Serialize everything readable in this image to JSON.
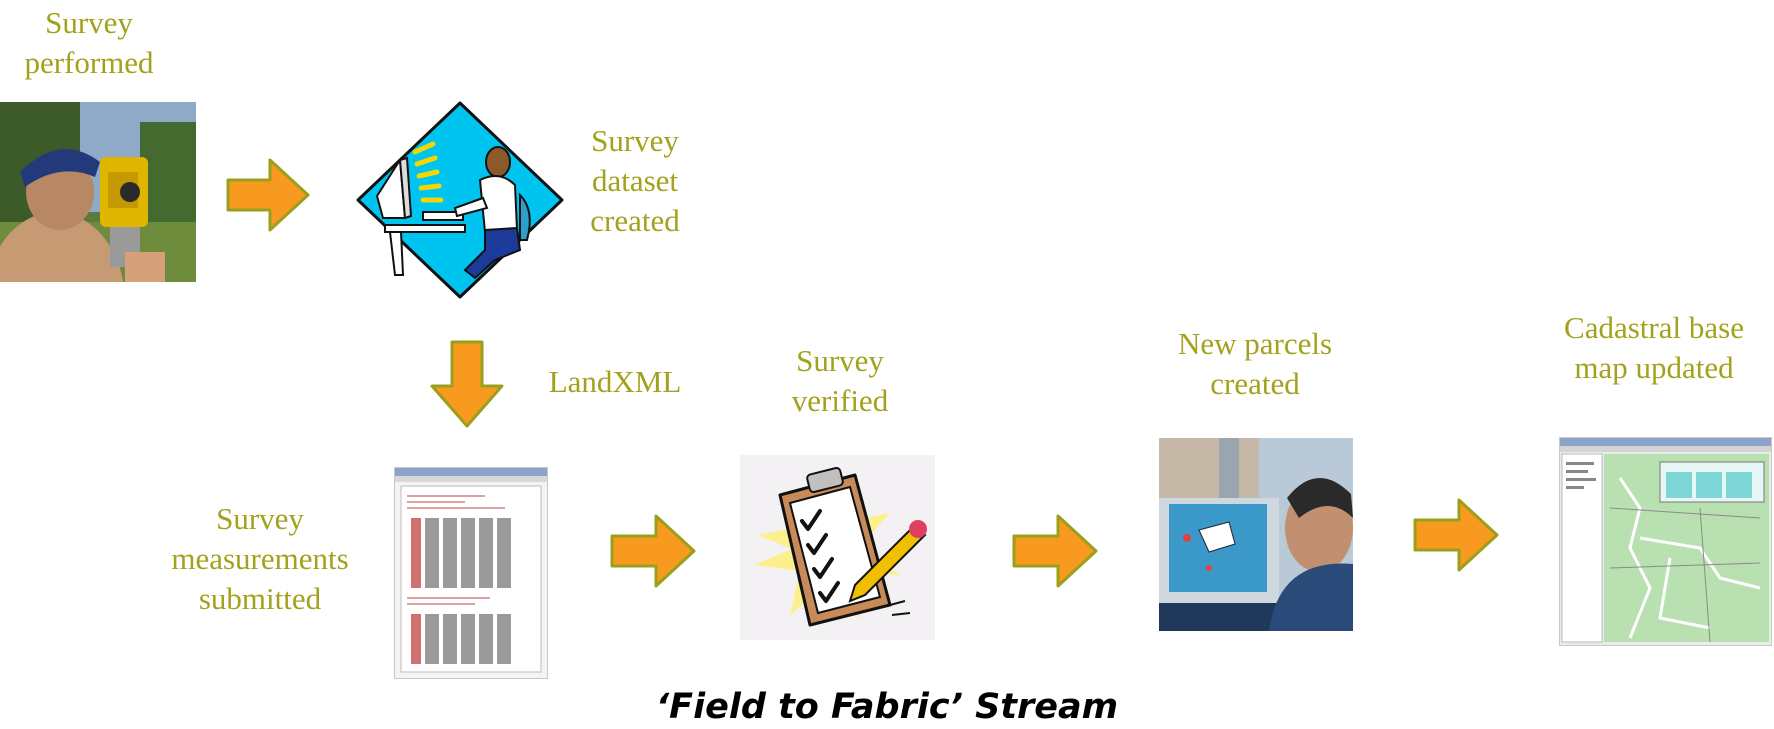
{
  "steps": {
    "survey_performed": [
      "Survey",
      "performed"
    ],
    "dataset_created": [
      "Survey",
      "dataset",
      "created"
    ],
    "landxml": "LandXML",
    "measurements_submitted": [
      "Survey",
      "measurements",
      "submitted"
    ],
    "survey_verified": [
      "Survey",
      "verified"
    ],
    "parcels_created": [
      "New parcels",
      "created"
    ],
    "basemap_updated": [
      "Cadastral base",
      "map updated"
    ]
  },
  "caption": "‘Field to Fabric’ Stream",
  "colors": {
    "label_text": "#a3a21c",
    "arrow_fill": "#f79a1f",
    "arrow_stroke": "#9aa01c",
    "diamond_fill": "#00c4f0"
  },
  "icons": {
    "surveyor": "surveyor-photo",
    "dataset": "person-at-computer-diamond-icon",
    "measurements": "xml-document-screenshot",
    "verified": "clipboard-checklist-icon",
    "parcels": "person-at-monitor-photo",
    "basemap": "cadastral-map-screenshot"
  }
}
